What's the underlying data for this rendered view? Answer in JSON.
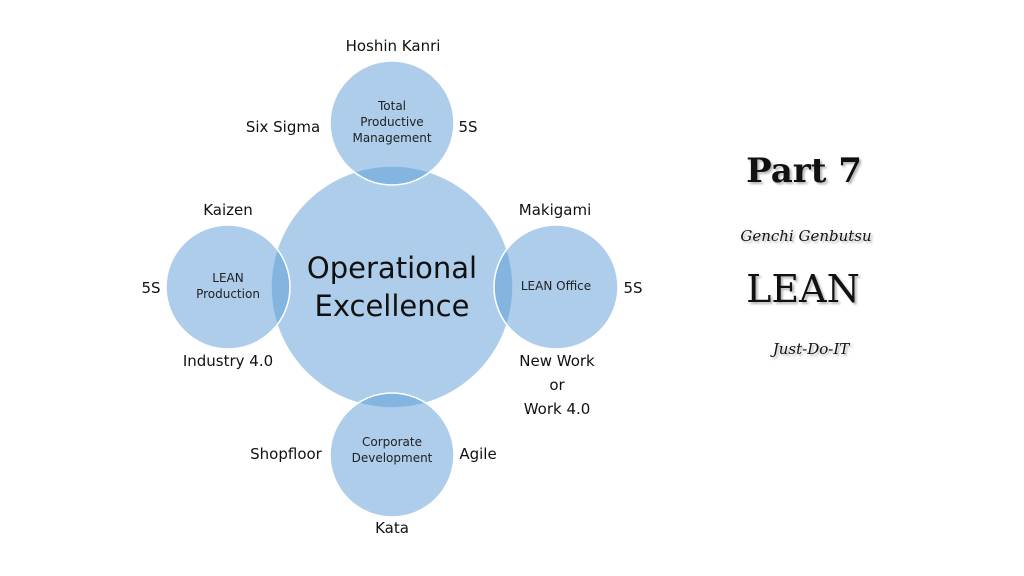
{
  "diagram": {
    "center": {
      "line1": "Operational",
      "line2": "Excellence"
    },
    "top": {
      "line1": "Total",
      "line2": "Productive",
      "line3": "Management",
      "above": "Hoshin Kanri",
      "left": "Six Sigma",
      "right": "5S"
    },
    "left": {
      "line1": "LEAN",
      "line2": "Production",
      "above": "Kaizen",
      "left": "5S",
      "below": "Industry 4.0"
    },
    "right": {
      "line1": "LEAN Office",
      "above": "Makigami",
      "right": "5S",
      "below1": "New Work",
      "below2": "or",
      "below3": "Work 4.0"
    },
    "bottom": {
      "line1": "Corporate",
      "line2": "Development",
      "left": "Shopfloor",
      "right": "Agile",
      "below": "Kata"
    },
    "colors": {
      "circle": "#5b9bd5"
    }
  },
  "sidebar": {
    "title": "Part 7",
    "sub1": "Genchi Genbutsu",
    "main": "LEAN",
    "sub2": "Just-Do-IT"
  }
}
